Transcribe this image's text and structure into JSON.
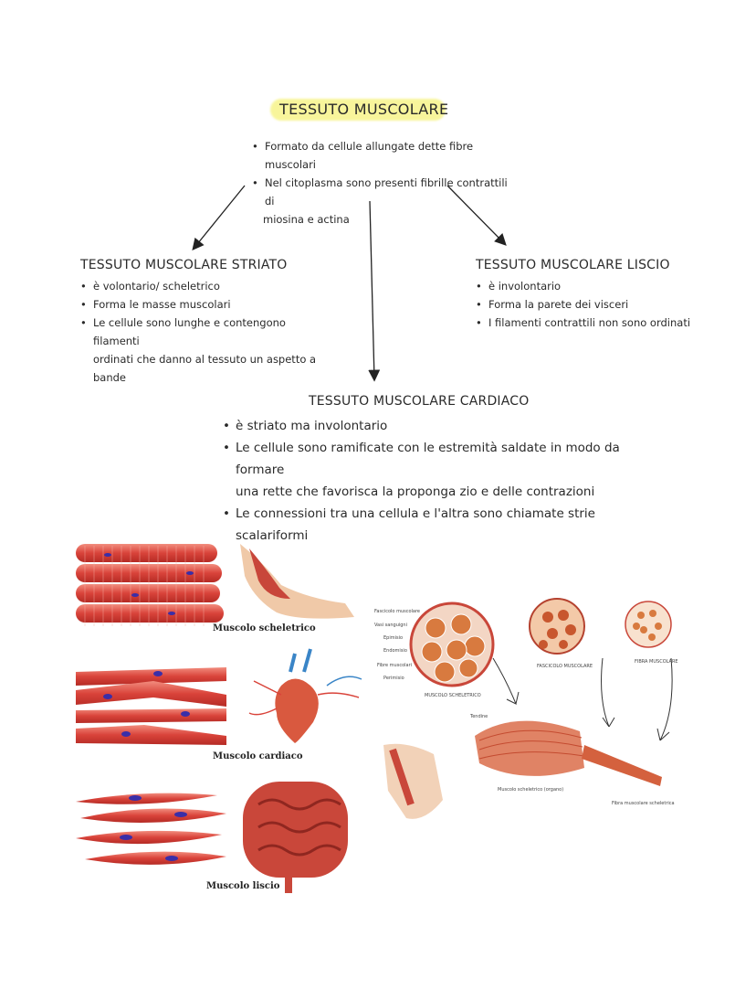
{
  "title": "TESSUTO MUSCOLARE",
  "intro": [
    "Formato da  cellule allungate dette fibre muscolari",
    "Nel citoplasma sono presenti fibrille contrattili di",
    "miosina e actina"
  ],
  "striato": {
    "heading": "TESSUTO MUSCOLARE STRIATO",
    "items": [
      "è volontario/ scheletrico",
      "Forma le masse muscolari",
      "Le cellule sono lunghe e contengono filamenti",
      "ordinati che danno al tessuto un aspetto a bande"
    ]
  },
  "liscio": {
    "heading": "TESSUTO MUSCOLARE LISCIO",
    "items": [
      "è involontario",
      "Forma la parete dei visceri",
      "I filamenti contrattili non sono ordinati"
    ]
  },
  "cardiaco": {
    "heading": "TESSUTO MUSCOLARE CARDIACO",
    "items": [
      "è striato ma involontario",
      "Le cellule sono ramificate con le estremità saldate in modo da formare",
      "una rette che favorisca la proponga zio e delle contrazioni",
      "Le connessioni tra una cellula e l'altra sono chiamate strie scalariformi"
    ]
  },
  "captions": {
    "scheletrico": "Muscolo scheletrico",
    "cardiaco": "Muscolo cardiaco",
    "liscio": "Muscolo liscio"
  },
  "diagram_labels": {
    "fascicoli": "Fascicolo muscolare",
    "vasi": "Vasi sanguigni",
    "epimisio": "Epimisio",
    "endomisio": "Endomisio",
    "fibre": "Fibre muscolari",
    "perimisio": "Perimisio",
    "muscolo_sch": "MUSCOLO SCHELETRICO",
    "fascicolo_cap": "FASCICOLO MUSCOLARE",
    "fibra_cap": "FIBRA MUSCOLARE",
    "tendine": "Tendine",
    "organo": "Muscolo scheletrico (organo)",
    "fibra_sch": "Fibra muscolare scheletrica"
  }
}
